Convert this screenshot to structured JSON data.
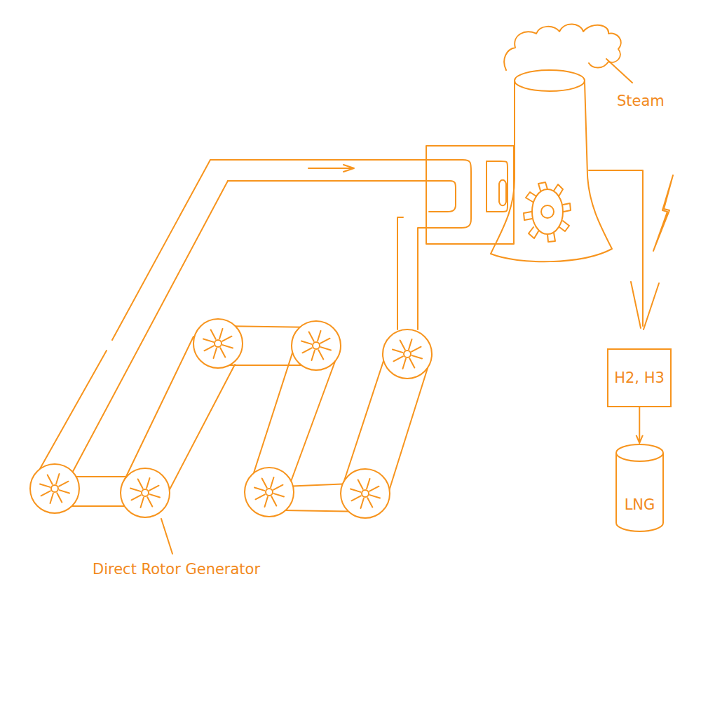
{
  "diagram": {
    "nodes": [
      {
        "text": [
          "H2, H3"
        ]
      },
      {
        "text": [
          "LNG"
        ]
      }
    ],
    "edges": [
      {
        "from": 0,
        "to": 1,
        "arrow": "to"
      }
    ],
    "labels": [
      "Steam",
      "Direct Rotor Generator"
    ]
  }
}
